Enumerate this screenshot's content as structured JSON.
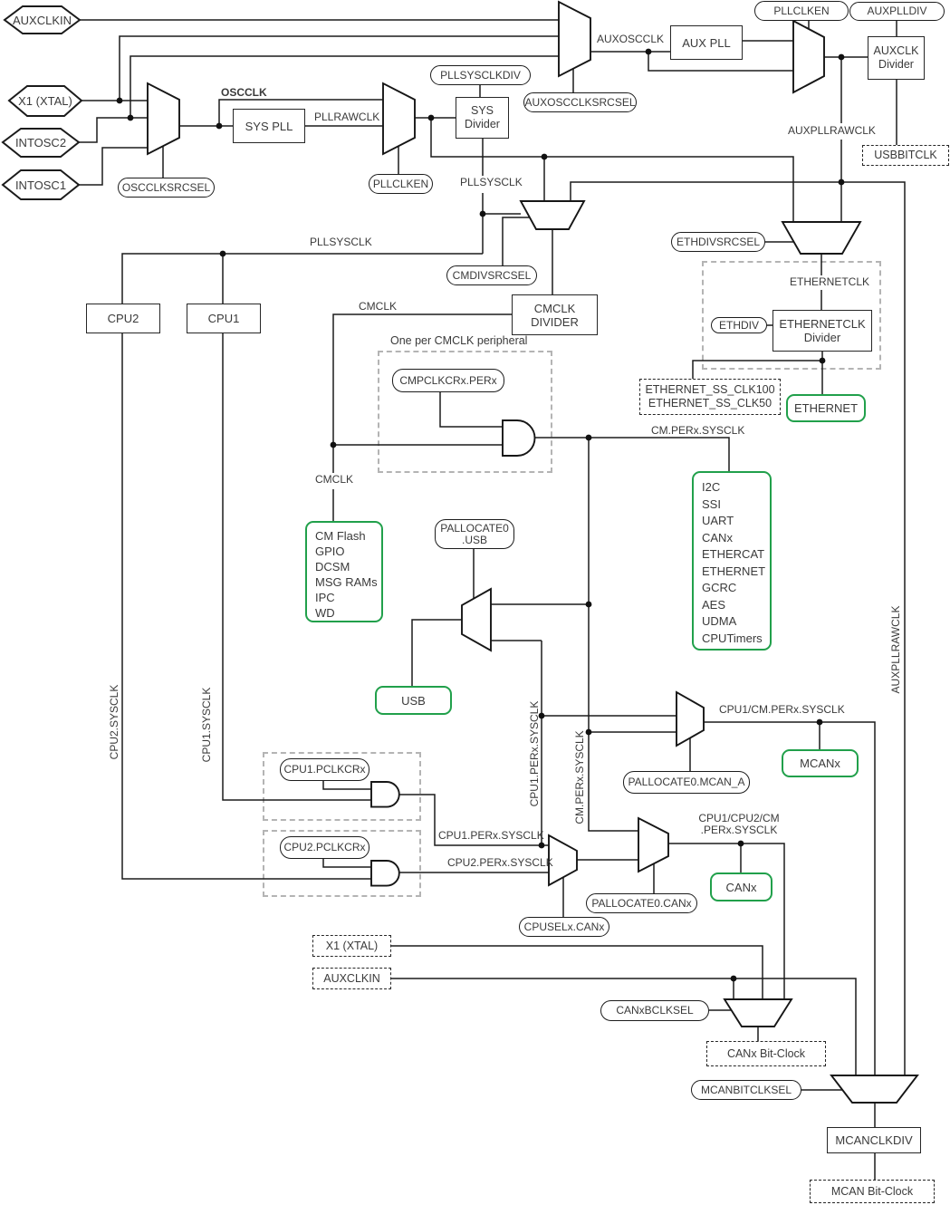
{
  "colors": {
    "green": "#21a04b",
    "wire": "#1b1b1b",
    "gray_dash": "#b4b4b4",
    "text": "#3a3a3a"
  },
  "inputs": {
    "auxclkin": "AUXCLKIN",
    "x1": "X1 (XTAL)",
    "intosc2": "INTOSC2",
    "intosc1": "INTOSC1"
  },
  "blocks": {
    "sys_pll": "SYS PLL",
    "sys_divider": {
      "l1": "SYS",
      "l2": "Divider"
    },
    "aux_pll": "AUX PLL",
    "auxclk_divider": {
      "l1": "AUXCLK",
      "l2": "Divider"
    },
    "cpu2": "CPU2",
    "cpu1": "CPU1",
    "cmclk_divider": {
      "l1": "CMCLK",
      "l2": "DIVIDER"
    },
    "ethernetclk_divider": {
      "l1": "ETHERNETCLK",
      "l2": "Divider"
    },
    "mcanclkdiv": "MCANCLKDIV"
  },
  "pills": {
    "oscclksrcsel": "OSCCLKSRCSEL",
    "pllclken_sys": "PLLCLKEN",
    "pllsysclkdiv": "PLLSYSCLKDIV",
    "auxoscclksrcsel": "AUXOSCCLKSRCSEL",
    "pllclken_aux": "PLLCLKEN",
    "auxplldiv": "AUXPLLDIV",
    "cmdivsrcsel": "CMDIVSRCSEL",
    "ethdivsrcsel": "ETHDIVSRCSEL",
    "ethdiv": "ETHDIV",
    "cmpclkcr": "CMPCLKCRx.PERx",
    "pallocate_usb": {
      "l1": "PALLOCATE0",
      "l2": ".USB"
    },
    "cpu1_pclkcr": "CPU1.PCLKCRx",
    "cpu2_pclkcr": "CPU2.PCLKCRx",
    "cpuselx_canx": "CPUSELx.CANx",
    "pallocate_canx": "PALLOCATE0.CANx",
    "pallocate_mcan": "PALLOCATE0.MCAN_A",
    "canxbclksel": "CANxBCLKSEL",
    "mcanbitclksel": "MCANBITCLKSEL"
  },
  "dashed": {
    "usbbitclk": "USBBITCLK",
    "ethernet_ss": {
      "l1": "ETHERNET_SS_CLK100",
      "l2": "ETHERNET_SS_CLK50"
    },
    "x1_xtal": "X1 (XTAL)",
    "auxclkin": "AUXCLKIN",
    "canx_bitclock": "CANx Bit-Clock",
    "mcan_bitclock": "MCAN Bit-Clock"
  },
  "green": {
    "cm_list": {
      "items": [
        "CM Flash",
        "GPIO",
        "DCSM",
        "MSG RAMs",
        "IPC",
        "WD"
      ]
    },
    "usb": "USB",
    "peripherals": {
      "items": [
        "I2C",
        "SSI",
        "UART",
        "CANx",
        "ETHERCAT",
        "ETHERNET",
        "GCRC",
        "AES",
        "UDMA",
        "CPUTimers"
      ]
    },
    "ethernet": "ETHERNET",
    "mcanx": "MCANx",
    "canx": "CANx"
  },
  "wire_labels": {
    "oscclk": "OSCCLK",
    "pllrawclk": "PLLRAWCLK",
    "auxoscclk": "AUXOSCCLK",
    "pllsysclk_a": "PLLSYSCLK",
    "pllsysclk_b": "PLLSYSCLK",
    "auxpllrawclk_h": "AUXPLLRAWCLK",
    "auxpllrawclk_v": "AUXPLLRAWCLK",
    "ethernetclk": "ETHERNETCLK",
    "cmclk_a": "CMCLK",
    "cmclk_b": "CMCLK",
    "one_per": "One per CMCLK peripheral",
    "cm_perx": "CM.PERx.SYSCLK",
    "cpu1_cm": "CPU1/CM.PERx.SYSCLK",
    "cpu1_perx_h": "CPU1.PERx.SYSCLK",
    "cpu2_perx_h": "CPU2.PERx.SYSCLK",
    "combo": {
      "l1": "CPU1/CPU2/CM",
      "l2": ".PERx.SYSCLK"
    },
    "cpu2_sysclk": "CPU2.SYSCLK",
    "cpu1_sysclk": "CPU1.SYSCLK",
    "cpu1_perx_v": "CPU1.PERx.SYSCLK",
    "cm_perx_v": "CM.PERx.SYSCLK"
  }
}
